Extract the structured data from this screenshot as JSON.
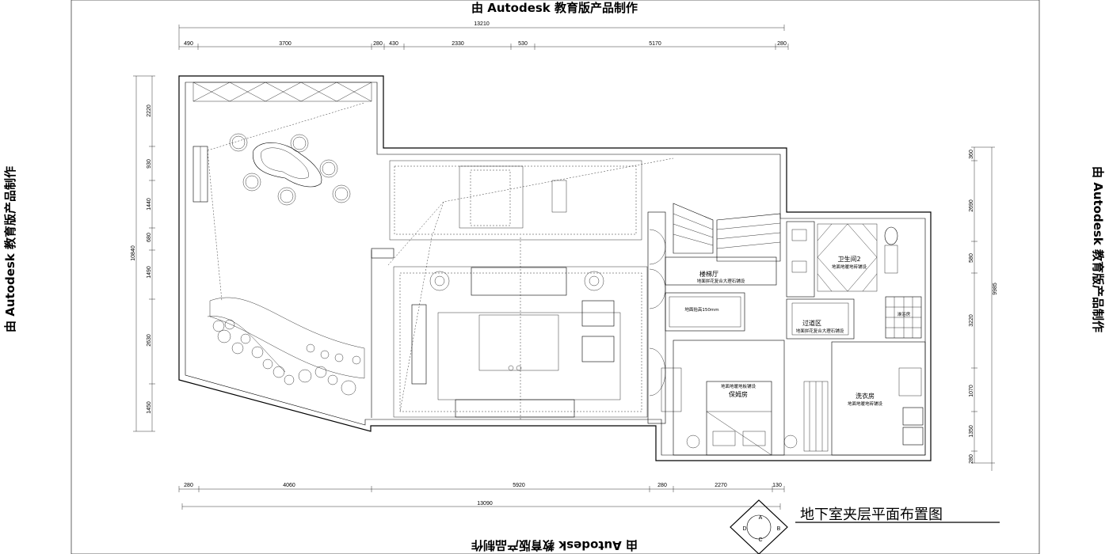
{
  "watermark": {
    "top": "由 Autodesk 教育版产品制作",
    "bottom": "由 Autodesk 教育版产品制作",
    "left": "由 Autodesk 教育版产品制作",
    "right": "由 Autodesk 教育版产品制作"
  },
  "dimensions": {
    "top_total": "13210",
    "top": [
      "490",
      "3700",
      "280",
      "430",
      "2330",
      "530",
      "5170",
      "280"
    ],
    "bottom_total": "13090",
    "bottom": [
      "280",
      "4060",
      "5920",
      "280",
      "2270",
      "130"
    ],
    "left_total": "10840",
    "left": [
      "2220",
      "930",
      "1440",
      "680",
      "1490",
      "2630",
      "1450"
    ],
    "right_total": "9985",
    "right": [
      "360",
      "2690",
      "580",
      "3220",
      "1070",
      "1350",
      "280"
    ]
  },
  "rooms": {
    "stair_hall": "楼梯厅",
    "stair_hall_note": "地面拼花复合大理石铺设",
    "floor_height_note": "地面抬高150mm",
    "passage": "过道区",
    "passage_note": "地面拼花复合大理石铺设",
    "bathroom2": "卫生间2",
    "bathroom2_note": "地面地暖地砖铺设",
    "shower": "淋浴房",
    "maid_room": "保姆房",
    "maid_room_note": "地面地暖地板铺设",
    "laundry": "洗衣房",
    "laundry_note": "地面地暖地砖铺设"
  },
  "title_block": {
    "title": "地下室夹层平面布置图",
    "symbol_letters": [
      "A",
      "B",
      "C",
      "D"
    ]
  }
}
